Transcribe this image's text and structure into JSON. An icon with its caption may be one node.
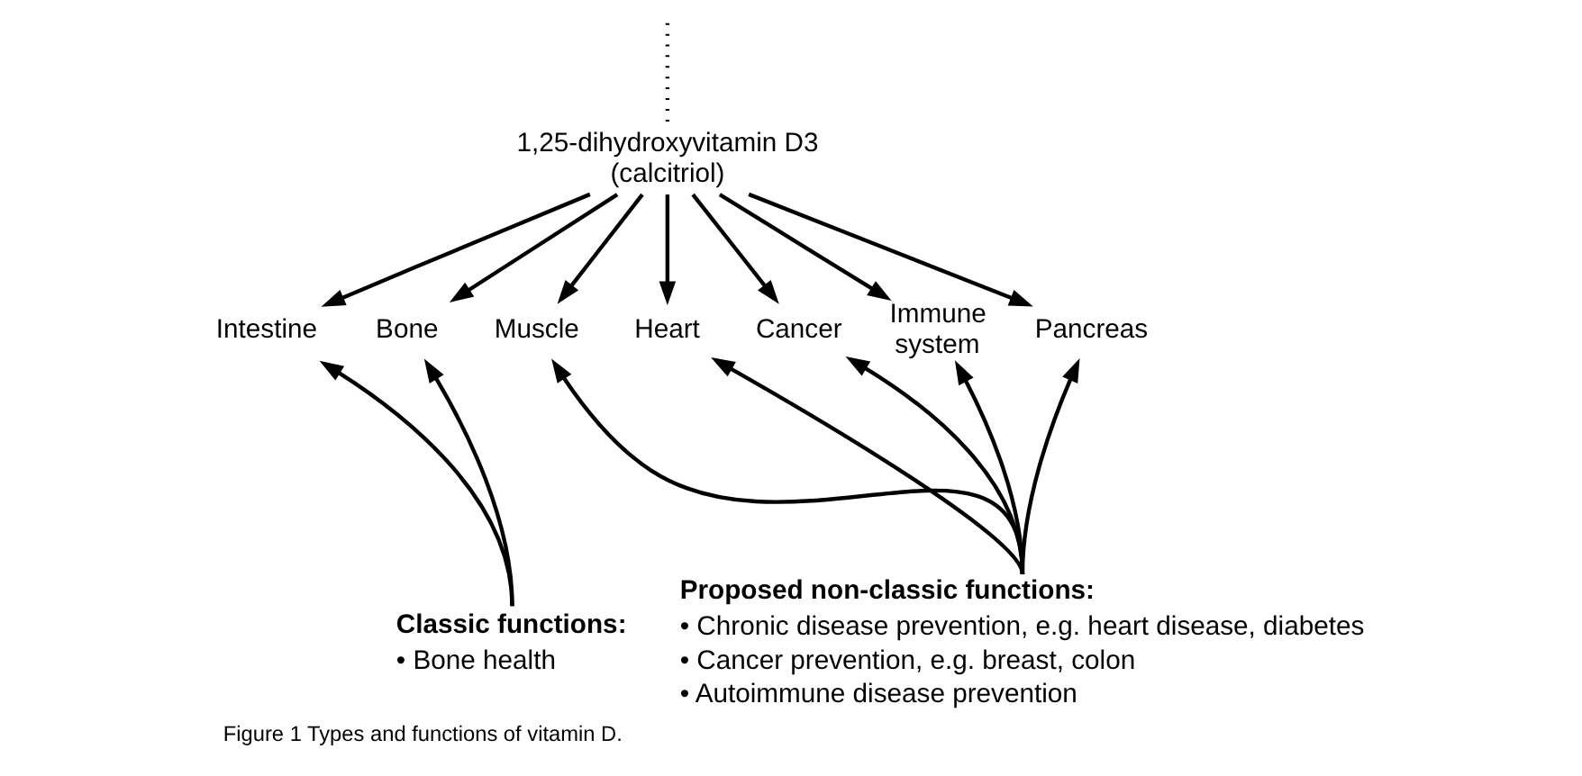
{
  "diagram": {
    "caption": "Figure 1 Types and functions of vitamin D.",
    "nodes": [
      {
        "text": [
          "1,25-dihydroxyvitamin D3 (calcitriol)"
        ]
      },
      {
        "text": [
          "Intestine"
        ]
      },
      {
        "text": [
          "Bone"
        ]
      },
      {
        "text": [
          "Muscle"
        ]
      },
      {
        "text": [
          "Heart"
        ]
      },
      {
        "text": [
          "Cancer"
        ]
      },
      {
        "text": [
          "Immune system"
        ]
      },
      {
        "text": [
          "Pancreas"
        ]
      },
      {
        "text": [
          "Classic functions:",
          "• Bone health"
        ]
      },
      {
        "text": [
          "Proposed non-classic functions:",
          "• Chronic disease prevention, e.g. heart disease, diabetes",
          "• Cancer prevention, e.g. breast, colon",
          "• Autoimmune disease prevention"
        ]
      }
    ],
    "edges": [
      {
        "from": null,
        "to": 0,
        "arrow": "none",
        "style": "dashed"
      },
      {
        "from": 0,
        "to": 1,
        "arrow": "to"
      },
      {
        "from": 0,
        "to": 2,
        "arrow": "to"
      },
      {
        "from": 0,
        "to": 3,
        "arrow": "to"
      },
      {
        "from": 0,
        "to": 4,
        "arrow": "to"
      },
      {
        "from": 0,
        "to": 5,
        "arrow": "to"
      },
      {
        "from": 0,
        "to": 6,
        "arrow": "to"
      },
      {
        "from": 0,
        "to": 7,
        "arrow": "to"
      },
      {
        "from": 8,
        "to": 1,
        "arrow": "to"
      },
      {
        "from": 8,
        "to": 2,
        "arrow": "to"
      },
      {
        "from": 9,
        "to": 3,
        "arrow": "to"
      },
      {
        "from": 9,
        "to": 4,
        "arrow": "to"
      },
      {
        "from": 9,
        "to": 5,
        "arrow": "to"
      },
      {
        "from": 9,
        "to": 6,
        "arrow": "to"
      },
      {
        "from": 9,
        "to": 7,
        "arrow": "to"
      }
    ]
  }
}
